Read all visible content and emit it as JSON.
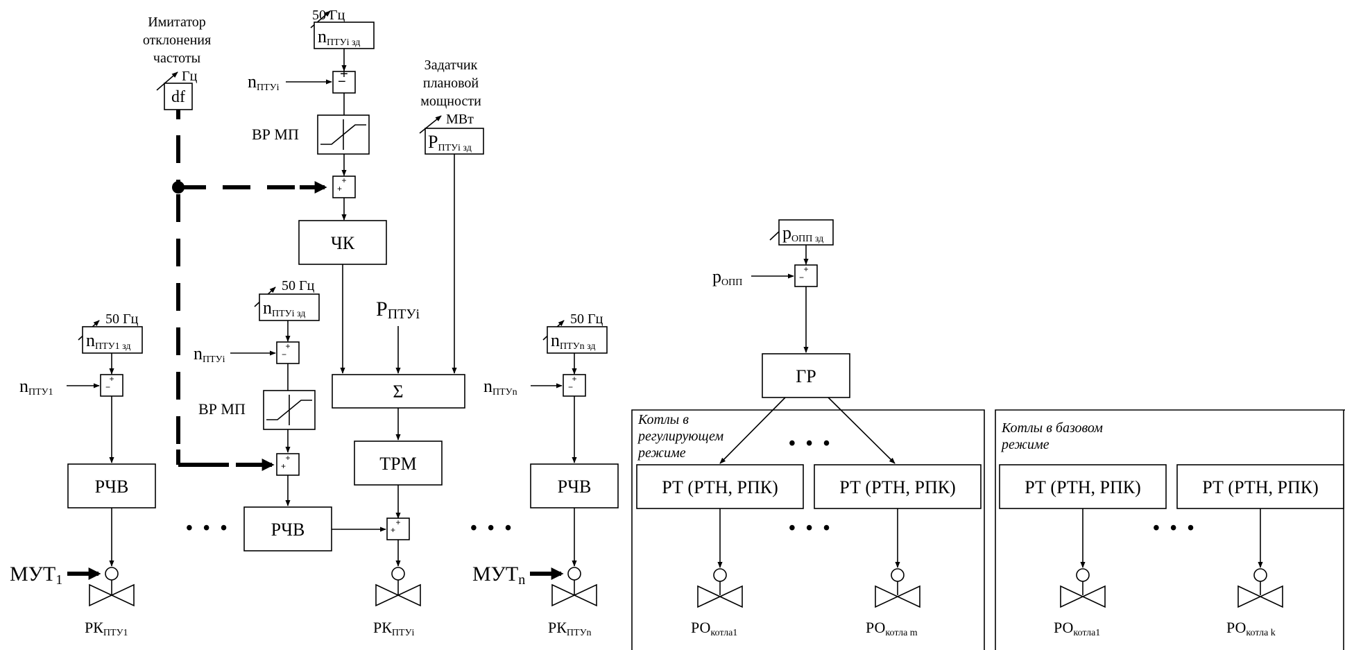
{
  "labels": {
    "imitator": [
      "Имитатор",
      "отклонения",
      "частоты"
    ],
    "gc": "Гц",
    "df": "df",
    "hz50": "50 Гц",
    "zadatchik": [
      "Задатчик",
      "плановой",
      "мощности"
    ],
    "mvt": "МВт",
    "vr_mp": "ВР МП",
    "chk": "ЧК",
    "sigma": "Σ",
    "trm": "ТРМ",
    "rchv": "РЧВ",
    "gr": "ГР",
    "rt": "РТ (РТН, РПК)",
    "mut": "МУТ",
    "kotly_reg": [
      "Котлы в",
      "регулирующем",
      "режиме"
    ],
    "kotly_baz": [
      "Котлы в базовом",
      "режиме"
    ],
    "dots": "• • •",
    "plus": "+",
    "minus": "−"
  },
  "symbols": {
    "n": "n",
    "P": "P",
    "p": "p",
    "RK": "РК",
    "RO": "РО",
    "sub_ptui_zd": "ПТУi зд",
    "sub_ptui": "ПТУi",
    "sub_ptu1_zd": "ПТУ1 зд",
    "sub_ptu1": "ПТУ1",
    "sub_ptun_zd": "ПТУn зд",
    "sub_ptun": "ПТУn",
    "sub_opp_zd": "ОПП зд",
    "sub_opp": "ОПП",
    "sub_1": "1",
    "sub_n": "n",
    "sub_kotla1": "котла1",
    "sub_kotlam": "котла m",
    "sub_kotlak": "котла k"
  }
}
